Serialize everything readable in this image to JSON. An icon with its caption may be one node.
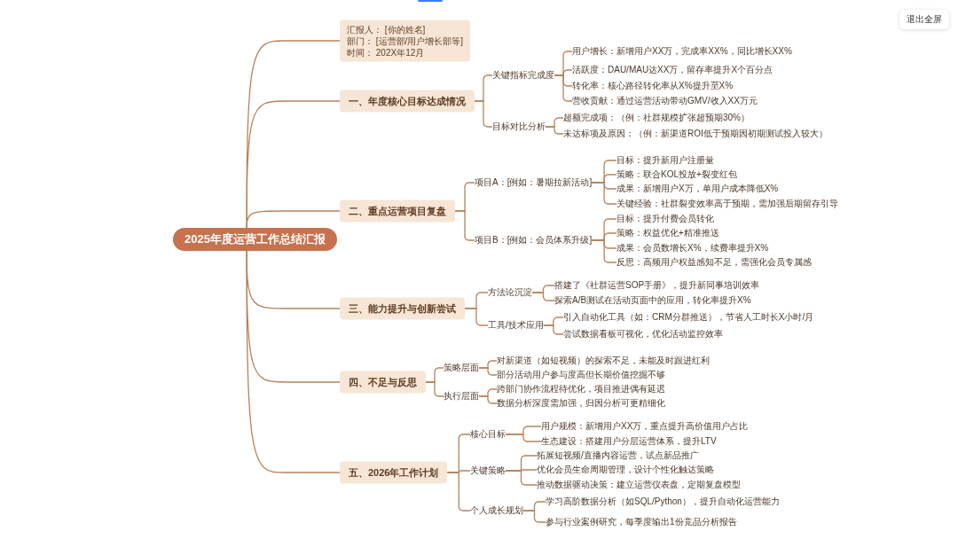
{
  "diagram": {
    "nodes": [
      {
        "text": [
          "2025年度运营工作总结汇报"
        ]
      },
      {
        "text": [
          "汇报人： [你的姓名]",
          "部门： [运营部/用户增长部等]",
          "时间： 202X年12月"
        ]
      },
      {
        "text": [
          "一、年度核心目标达成情况"
        ]
      },
      {
        "text": [
          "关键指标完成度"
        ]
      },
      {
        "text": [
          "用户增长：新增用户XX万，完成率XX%，同比增长XX%"
        ]
      },
      {
        "text": [
          "活跃度：DAU/MAU达XX万，留存率提升X个百分点"
        ]
      },
      {
        "text": [
          "转化率：核心路径转化率从X%提升至X%"
        ]
      },
      {
        "text": [
          "营收贡献：通过运营活动带动GMV/收入XX万元"
        ]
      },
      {
        "text": [
          "目标对比分析"
        ]
      },
      {
        "text": [
          "超额完成项：（例：社群规模扩张超预期30%）"
        ]
      },
      {
        "text": [
          "未达标项及原因：（例：新渠道ROI低于预期因初期测试投入较大）"
        ]
      },
      {
        "text": [
          "二、重点运营项目复盘"
        ]
      },
      {
        "text": [
          "项目A：[例如：暑期拉新活动]"
        ]
      },
      {
        "text": [
          "目标：提升新用户注册量"
        ]
      },
      {
        "text": [
          "策略：联合KOL投放+裂变红包"
        ]
      },
      {
        "text": [
          "成果：新增用户X万，单用户成本降低X%"
        ]
      },
      {
        "text": [
          "关键经验：社群裂变效率高于预期，需加强后期留存引导"
        ]
      },
      {
        "text": [
          "项目B：[例如：会员体系升级]"
        ]
      },
      {
        "text": [
          "目标：提升付费会员转化"
        ]
      },
      {
        "text": [
          "策略：权益优化+精准推送"
        ]
      },
      {
        "text": [
          "成果：会员数增长X%，续费率提升X%"
        ]
      },
      {
        "text": [
          "反思：高频用户权益感知不足，需强化会员专属感"
        ]
      },
      {
        "text": [
          "三、能力提升与创新尝试"
        ]
      },
      {
        "text": [
          "方法论沉淀"
        ]
      },
      {
        "text": [
          "搭建了《社群运营SOP手册》，提升新同事培训效率"
        ]
      },
      {
        "text": [
          "探索A/B测试在活动页面中的应用，转化率提升X%"
        ]
      },
      {
        "text": [
          "工具/技术应用"
        ]
      },
      {
        "text": [
          "引入自动化工具（如：CRM分群推送），节省人工时长X小时/月"
        ]
      },
      {
        "text": [
          "尝试数据看板可视化，优化活动监控效率"
        ]
      },
      {
        "text": [
          "四、不足与反思"
        ]
      },
      {
        "text": [
          "策略层面"
        ]
      },
      {
        "text": [
          "对新渠道（如短视频）的探索不足，未能及时跟进红利"
        ]
      },
      {
        "text": [
          "部分活动用户参与度高但长期价值挖掘不够"
        ]
      },
      {
        "text": [
          "执行层面"
        ]
      },
      {
        "text": [
          "跨部门协作流程待优化，项目推进偶有延迟"
        ]
      },
      {
        "text": [
          "数据分析深度需加强，归因分析可更精细化"
        ]
      },
      {
        "text": [
          "五、2026年工作计划"
        ]
      },
      {
        "text": [
          "核心目标"
        ]
      },
      {
        "text": [
          "用户规模：新增用户XX万，重点提升高价值用户占比"
        ]
      },
      {
        "text": [
          "生态建设：搭建用户分层运营体系，提升LTV"
        ]
      },
      {
        "text": [
          "关键策略"
        ]
      },
      {
        "text": [
          "拓展短视频/直播内容运营，试点新品推广"
        ]
      },
      {
        "text": [
          "优化会员生命周期管理，设计个性化触达策略"
        ]
      },
      {
        "text": [
          "推动数据驱动决策：建立运营仪表盘，定期复盘模型"
        ]
      },
      {
        "text": [
          "个人成长规划"
        ]
      },
      {
        "text": [
          "学习高阶数据分析（如SQL/Python），提升自动化运营能力"
        ]
      },
      {
        "text": [
          "参与行业案例研究，每季度输出1份竞品分析报告"
        ]
      }
    ],
    "edges": [
      {
        "from": 0,
        "to": 1,
        "arrow": "none"
      },
      {
        "from": 0,
        "to": 2,
        "arrow": "none"
      },
      {
        "from": 0,
        "to": 11,
        "arrow": "none"
      },
      {
        "from": 0,
        "to": 22,
        "arrow": "none"
      },
      {
        "from": 0,
        "to": 29,
        "arrow": "none"
      },
      {
        "from": 0,
        "to": 36,
        "arrow": "none"
      },
      {
        "from": 2,
        "to": 3,
        "arrow": "none"
      },
      {
        "from": 2,
        "to": 8,
        "arrow": "none"
      },
      {
        "from": 3,
        "to": 4,
        "arrow": "none"
      },
      {
        "from": 3,
        "to": 5,
        "arrow": "none"
      },
      {
        "from": 3,
        "to": 6,
        "arrow": "none"
      },
      {
        "from": 3,
        "to": 7,
        "arrow": "none"
      },
      {
        "from": 8,
        "to": 9,
        "arrow": "none"
      },
      {
        "from": 8,
        "to": 10,
        "arrow": "none"
      },
      {
        "from": 11,
        "to": 12,
        "arrow": "none"
      },
      {
        "from": 11,
        "to": 17,
        "arrow": "none"
      },
      {
        "from": 12,
        "to": 13,
        "arrow": "none"
      },
      {
        "from": 12,
        "to": 14,
        "arrow": "none"
      },
      {
        "from": 12,
        "to": 15,
        "arrow": "none"
      },
      {
        "from": 12,
        "to": 16,
        "arrow": "none"
      },
      {
        "from": 17,
        "to": 18,
        "arrow": "none"
      },
      {
        "from": 17,
        "to": 19,
        "arrow": "none"
      },
      {
        "from": 17,
        "to": 20,
        "arrow": "none"
      },
      {
        "from": 17,
        "to": 21,
        "arrow": "none"
      },
      {
        "from": 22,
        "to": 23,
        "arrow": "none"
      },
      {
        "from": 22,
        "to": 26,
        "arrow": "none"
      },
      {
        "from": 23,
        "to": 24,
        "arrow": "none"
      },
      {
        "from": 23,
        "to": 25,
        "arrow": "none"
      },
      {
        "from": 26,
        "to": 27,
        "arrow": "none"
      },
      {
        "from": 26,
        "to": 28,
        "arrow": "none"
      },
      {
        "from": 29,
        "to": 30,
        "arrow": "none"
      },
      {
        "from": 29,
        "to": 33,
        "arrow": "none"
      },
      {
        "from": 30,
        "to": 31,
        "arrow": "none"
      },
      {
        "from": 30,
        "to": 32,
        "arrow": "none"
      },
      {
        "from": 33,
        "to": 34,
        "arrow": "none"
      },
      {
        "from": 33,
        "to": 35,
        "arrow": "none"
      },
      {
        "from": 36,
        "to": 37,
        "arrow": "none"
      },
      {
        "from": 36,
        "to": 40,
        "arrow": "none"
      },
      {
        "from": 36,
        "to": 44,
        "arrow": "none"
      },
      {
        "from": 37,
        "to": 38,
        "arrow": "none"
      },
      {
        "from": 37,
        "to": 39,
        "arrow": "none"
      },
      {
        "from": 40,
        "to": 41,
        "arrow": "none"
      },
      {
        "from": 40,
        "to": 42,
        "arrow": "none"
      },
      {
        "from": 40,
        "to": 43,
        "arrow": "none"
      },
      {
        "from": 44,
        "to": 45,
        "arrow": "none"
      },
      {
        "from": 44,
        "to": 46,
        "arrow": "none"
      }
    ],
    "labels": [
      "退出全屏"
    ]
  }
}
